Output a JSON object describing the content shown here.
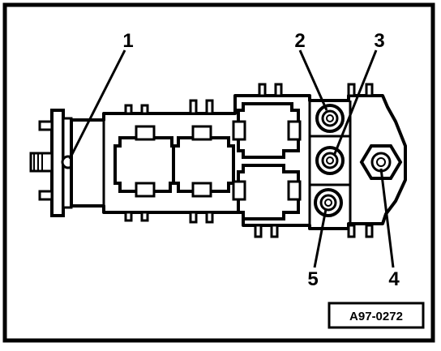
{
  "figure": {
    "reference_code": "A97-0272",
    "callouts": [
      {
        "id": "1",
        "label": "1"
      },
      {
        "id": "2",
        "label": "2"
      },
      {
        "id": "3",
        "label": "3"
      },
      {
        "id": "4",
        "label": "4"
      },
      {
        "id": "5",
        "label": "5"
      }
    ]
  }
}
